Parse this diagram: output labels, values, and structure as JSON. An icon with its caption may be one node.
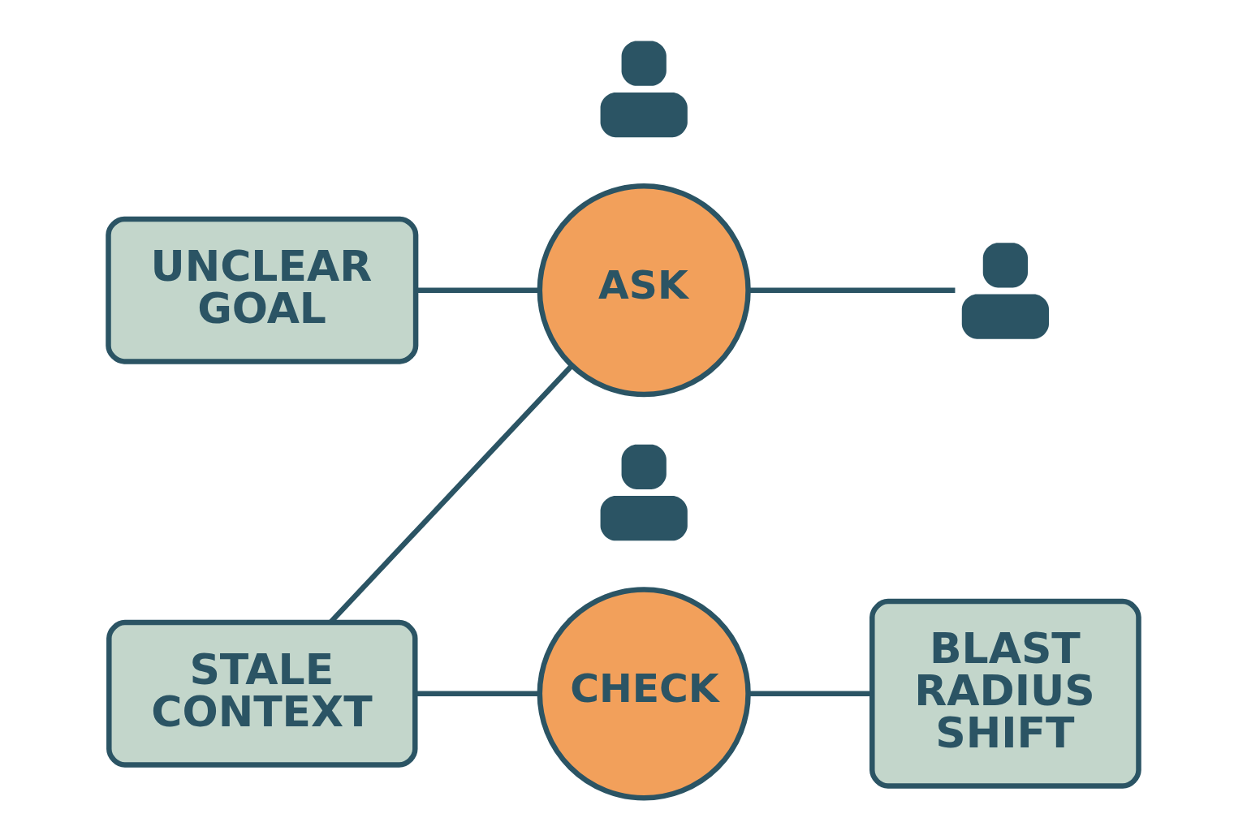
{
  "diagram": {
    "nodes": [
      {
        "text": [
          "UNCLEAR GOAL"
        ]
      },
      {
        "text": [],
        "shape": "person"
      },
      {
        "text": [
          "ASK"
        ]
      },
      {
        "text": [],
        "shape": "person"
      },
      {
        "text": [
          "STALE CONTEXT"
        ]
      },
      {
        "text": [],
        "shape": "person"
      },
      {
        "text": [
          "BLAST RADIUS SHIFT"
        ]
      },
      {
        "text": [
          "CHECK"
        ]
      }
    ],
    "edges": [
      {
        "from": 0,
        "to": 2,
        "arrow": "none"
      },
      {
        "from": 2,
        "to": 3,
        "arrow": "none"
      },
      {
        "from": 2,
        "to": 4,
        "arrow": "none"
      },
      {
        "from": 4,
        "to": 7,
        "arrow": "none"
      },
      {
        "from": 7,
        "to": 6,
        "arrow": "none"
      }
    ]
  }
}
